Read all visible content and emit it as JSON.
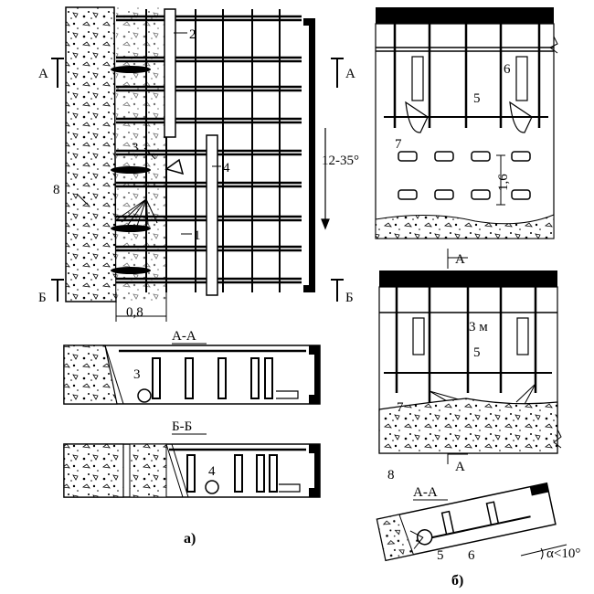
{
  "figure_a": {
    "caption": "а)",
    "section_a_marker": "А",
    "section_b_marker": "Б",
    "callouts": [
      "1",
      "2",
      "3",
      "4",
      "8"
    ],
    "width_label": "0,8",
    "angle_label": "12-35°",
    "section_aa": {
      "title": "А-А",
      "callout": "3"
    },
    "section_bb": {
      "title": "Б-Б",
      "callout": "4"
    }
  },
  "figure_b": {
    "caption": "б)",
    "top_callouts": [
      "5",
      "6",
      "7"
    ],
    "spacing_label": "1,6",
    "bottom_callouts": [
      "5",
      "7",
      "8"
    ],
    "length_label": "3 м",
    "section_marker": "А",
    "section_aa": {
      "title": "А-А",
      "callouts": [
        "5",
        "6"
      ],
      "angle_label": "α<10°"
    }
  }
}
